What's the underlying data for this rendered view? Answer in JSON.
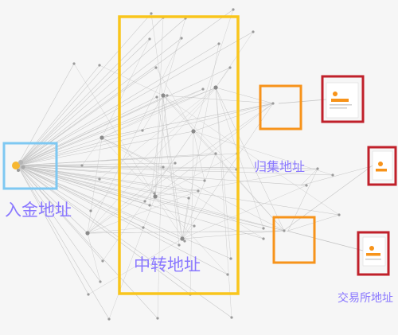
{
  "labels": {
    "deposit": "入金地址",
    "transfer": "中转地址",
    "collect": "归集地址",
    "exchange": "交易所地址"
  },
  "colors": {
    "deposit_box": "#7ec8f2",
    "transfer_box": "#f9c51c",
    "collect_box": "#f7931a",
    "exchange_box": "#c0202a",
    "label_text": "#8a78ff",
    "edge": "#c4c4c4",
    "node": "#9a9a9a",
    "accent_node": "#f7931a",
    "background": "#f6f6f6"
  },
  "icons": {
    "hub": "bitcoin-circle-icon",
    "exchange_card": "exchange-card-icon"
  }
}
